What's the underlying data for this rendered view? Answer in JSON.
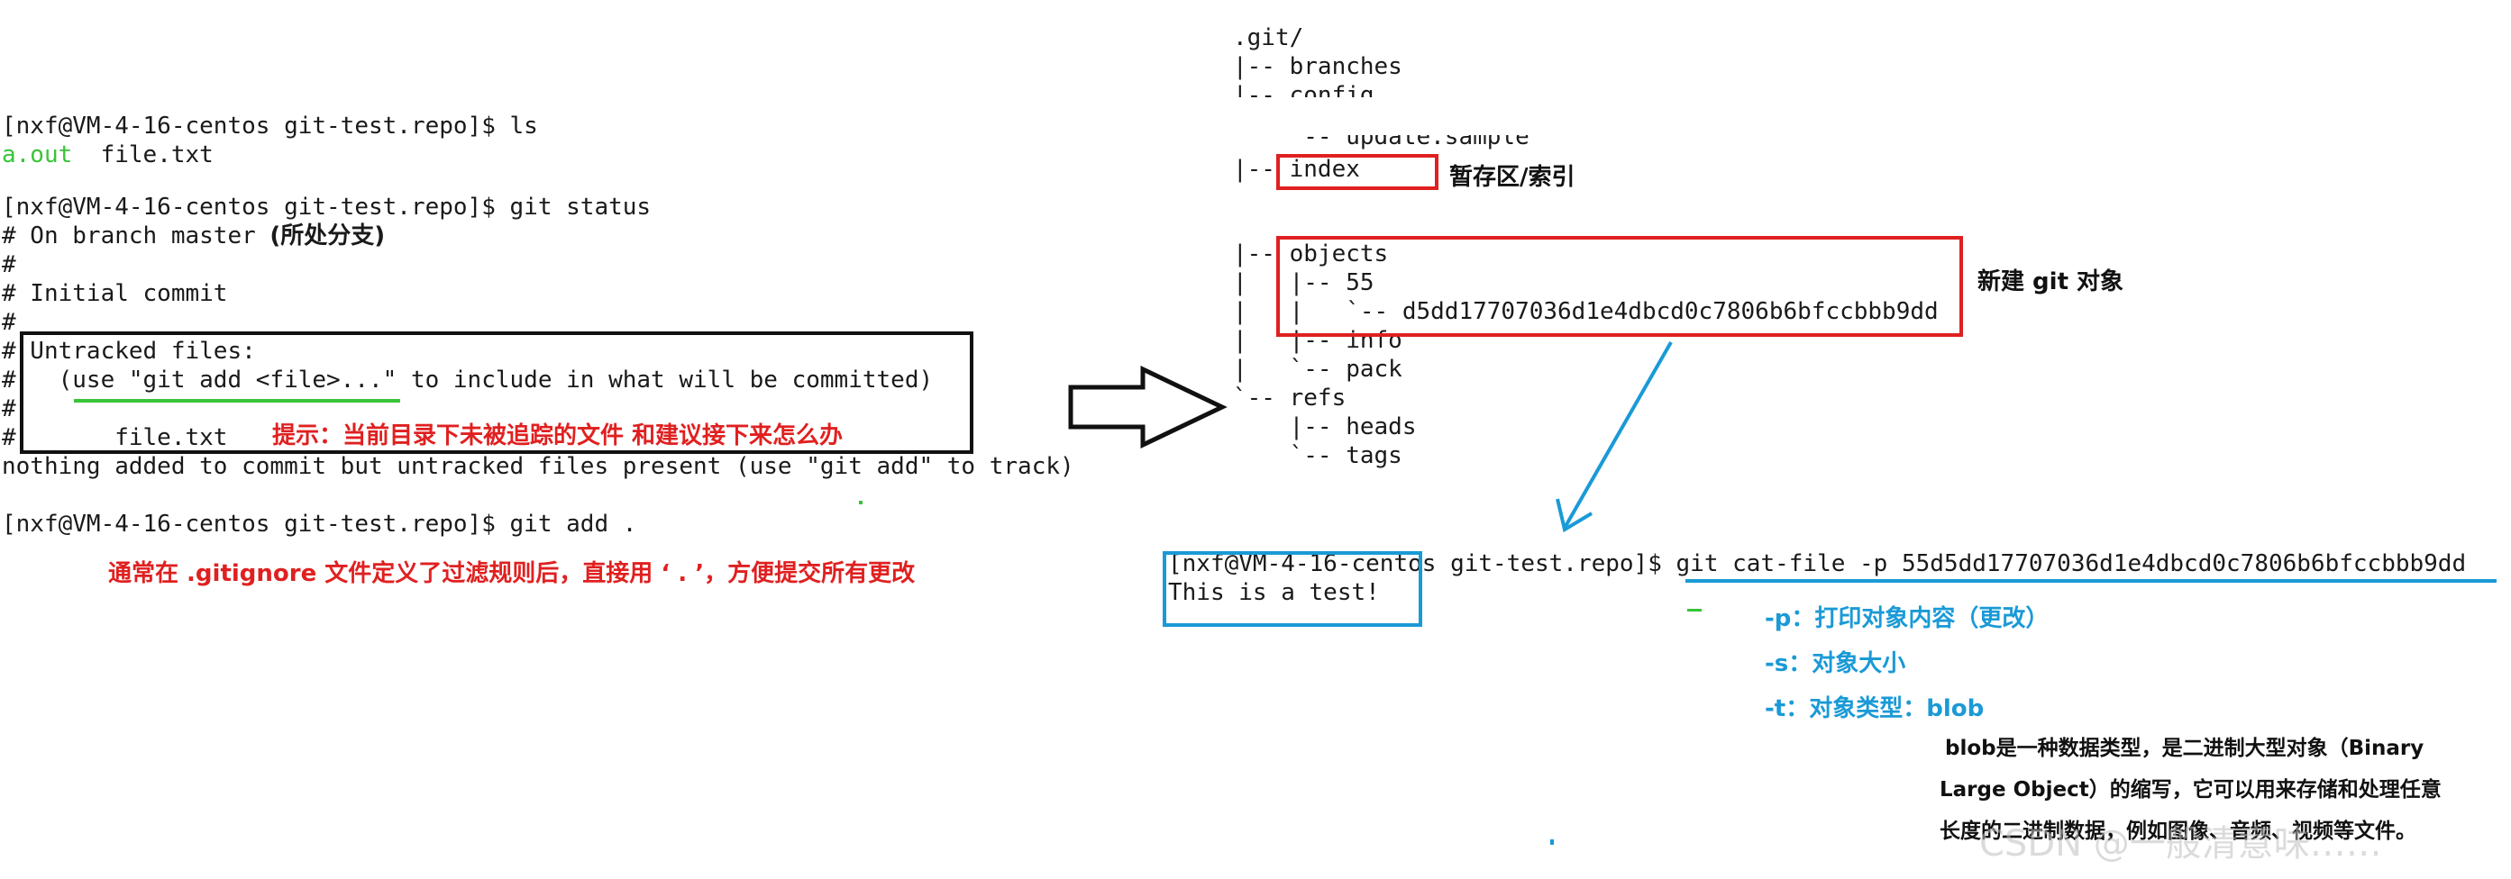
{
  "left_terminal": {
    "lines": [
      "[nxf@VM-4-16-centos git-test.repo]$ ls",
      "",
      "",
      "[nxf@VM-4-16-centos git-test.repo]$ git status",
      "# On branch master ",
      "#",
      "# Initial commit",
      "#",
      "# Untracked files:",
      "#   (use \"git add <file>...\" to include in what will be committed)",
      "#",
      "#       file.txt",
      "nothing added to commit but untracked files present (use \"git add\" to track)",
      "",
      "[nxf@VM-4-16-centos git-test.repo]$ git add ."
    ],
    "ls_output": {
      "file1": "a.out",
      "file2": "file.txt"
    },
    "branch_note": "(所处分支)"
  },
  "annotations": {
    "untracked_hint": "提示：当前目录下未被追踪的文件 和建议接下来怎么办",
    "gitignore_hint": "通常在 .gitignore 文件定义了过滤规则后，直接用 ‘ . ’，方便提交所有更改",
    "index_label": "暂存区/索引",
    "objects_label": "新建 git 对象",
    "opt_p": "-p：打印对象内容（更改）",
    "opt_s": "-s：对象大小",
    "opt_t": "-t：对象类型：blob",
    "blob_note": [
      "blob是一种数据类型，是二进制大型对象（Binary",
      "Large Object）的缩写，它可以用来存储和处理任意",
      "长度的二进制数据，例如图像、音频、视频等文件。"
    ]
  },
  "git_tree": {
    "lines_top": [
      ".git/",
      "|-- branches",
      "|-- config"
    ],
    "line_update": "    `-- update.sample",
    "line_index": "|-- index",
    "lines_objects": [
      "|-- objects",
      "|   |-- 55",
      "|   |   `-- d5dd17707036d1e4dbcd0c7806b6bfccbbb9dd",
      "|   |-- info",
      "|   `-- pack",
      "`-- refs",
      "    |-- heads",
      "    `-- tags"
    ]
  },
  "right_terminal": {
    "prompt": "[nxf@VM-4-16-centos git-test.repo]$",
    "command": "git cat-file -p 55d5dd17707036d1e4dbcd0c7806b6bfccbbb9dd",
    "output": "This is a test!"
  },
  "colors": {
    "red": "#e02020",
    "blue": "#1a9ad6",
    "green": "#39c439",
    "black": "#111111"
  },
  "watermark": "CSDN @一般清意味……"
}
